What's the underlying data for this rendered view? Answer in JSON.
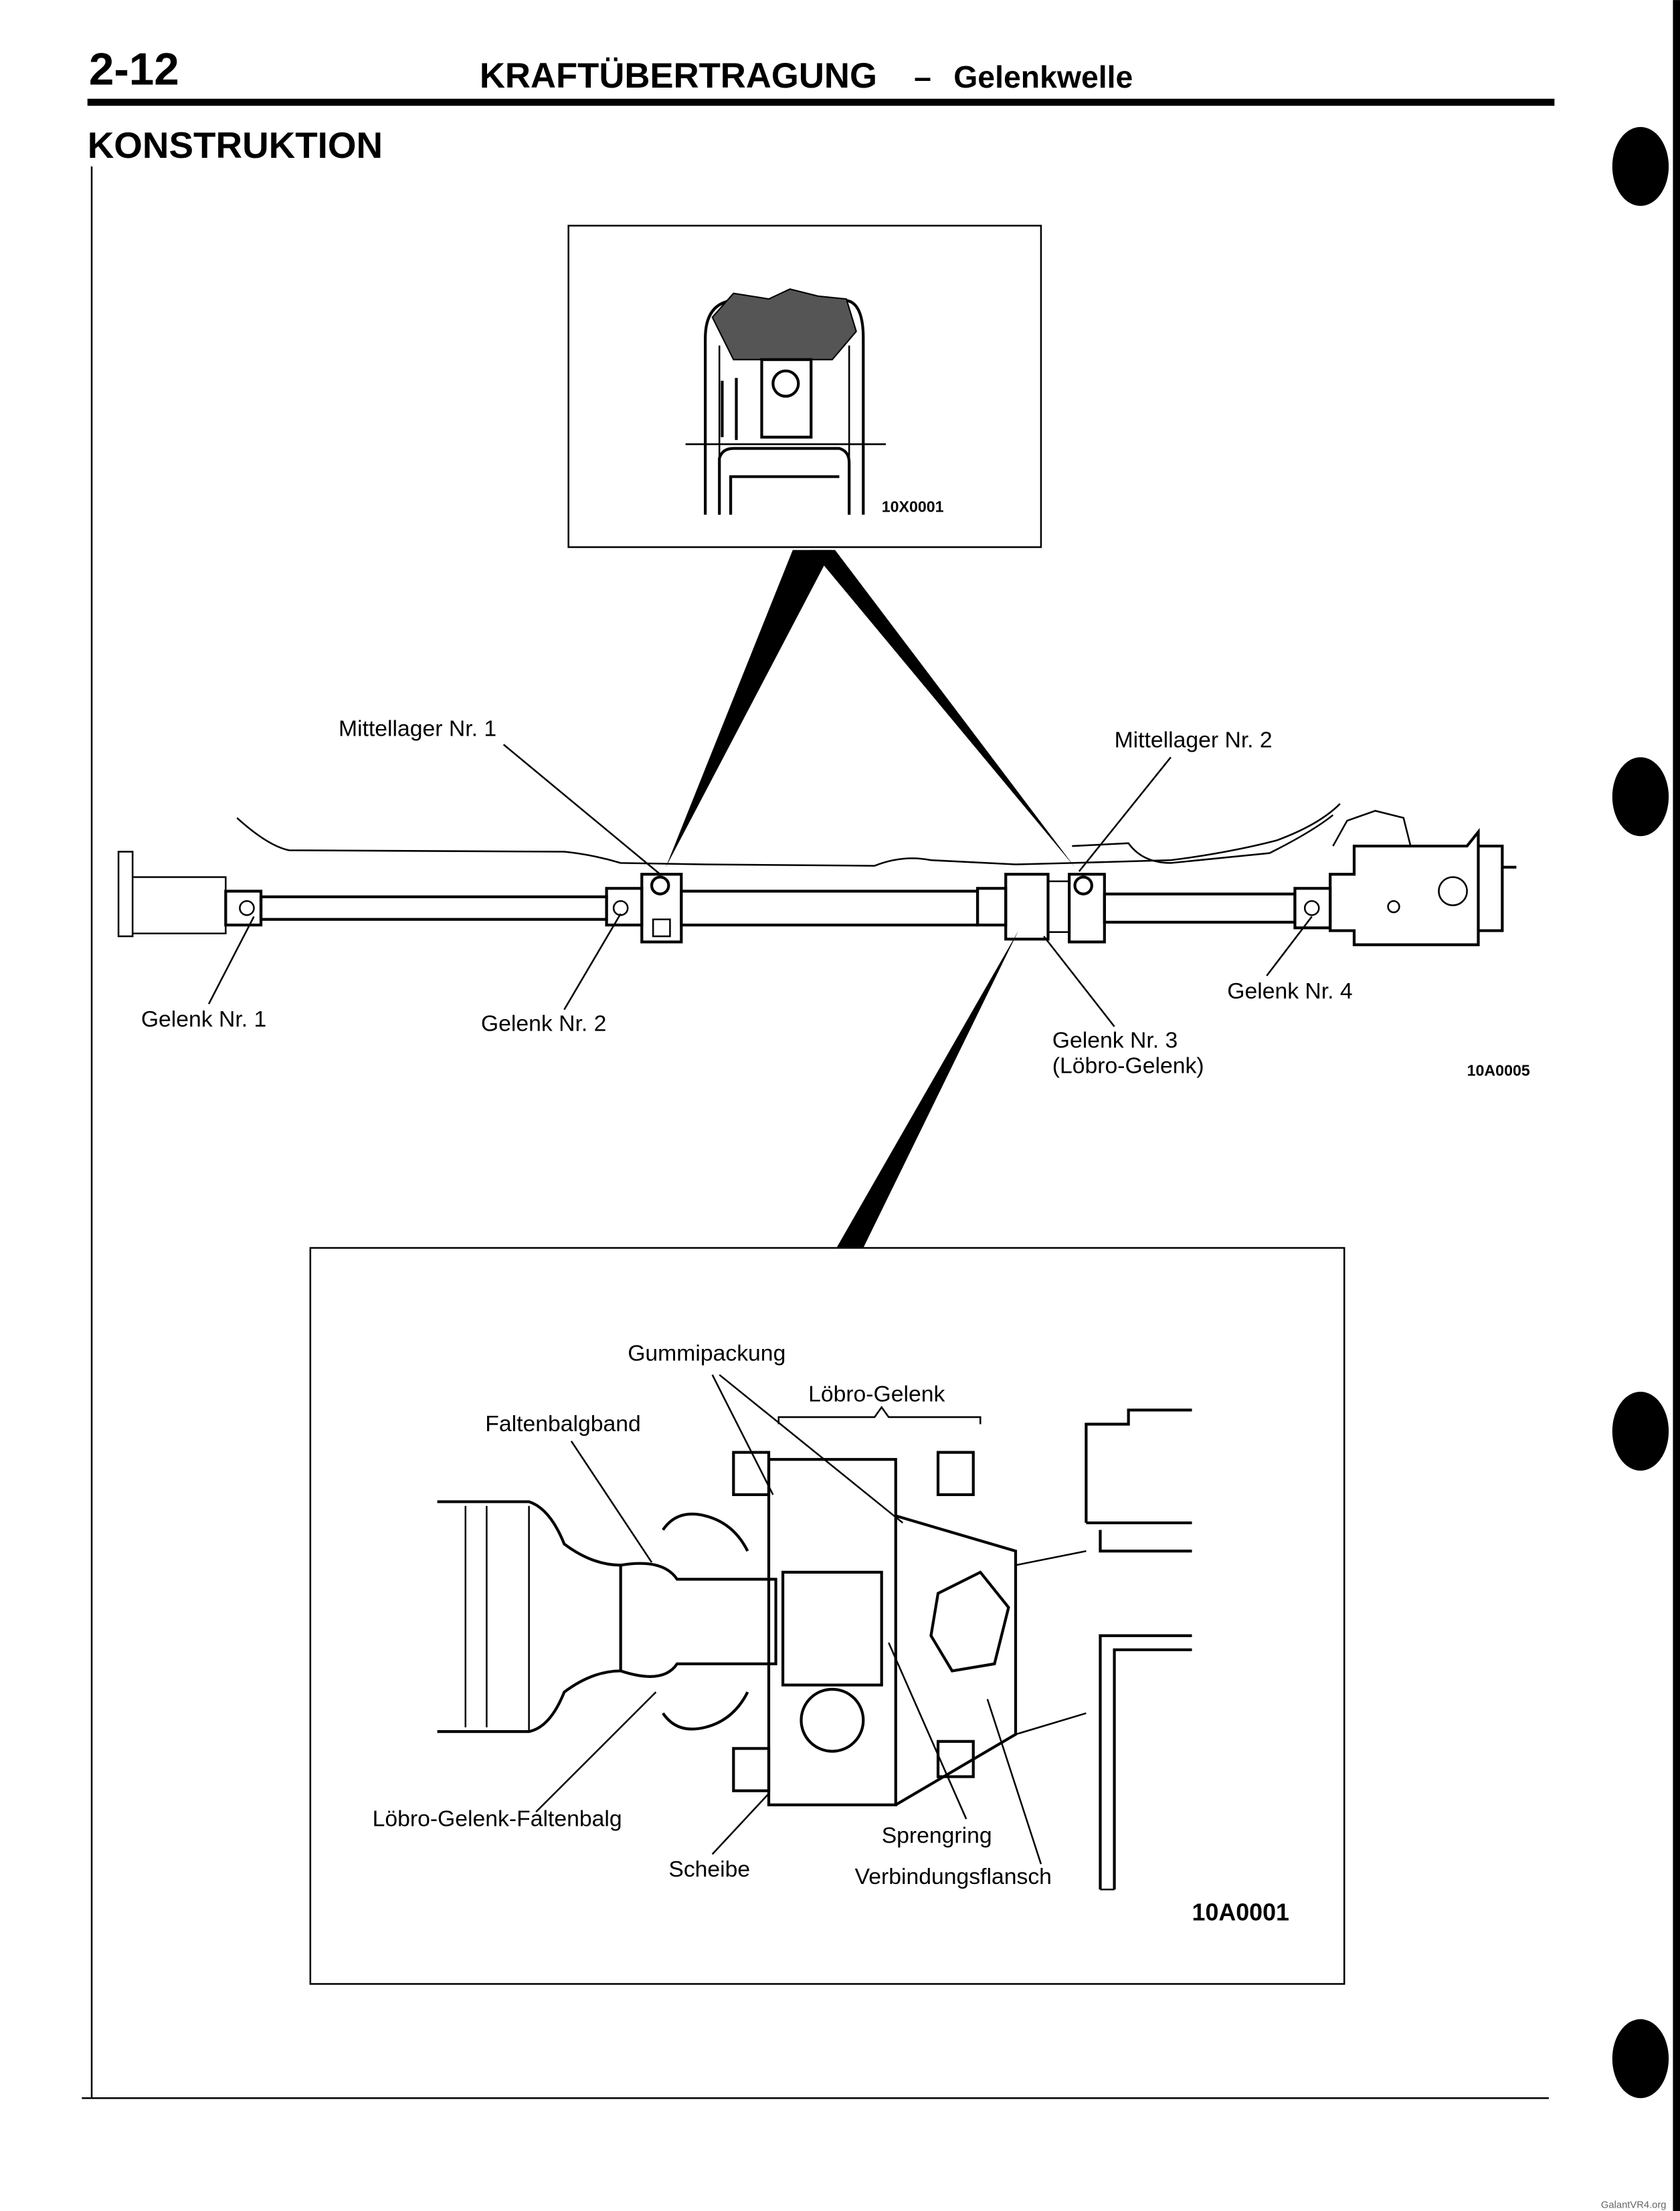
{
  "header": {
    "page_number": "2-12",
    "chapter": "KRAFTÜBERTRAGUNG",
    "separator": "–",
    "subchapter": "Gelenkwelle"
  },
  "section_title": "KONSTRUKTION",
  "figures": {
    "detail_top": {
      "code": "10X0001"
    },
    "overview": {
      "code": "10A0005",
      "labels": {
        "mittellager_1": "Mittellager Nr. 1",
        "mittellager_2": "Mittellager Nr. 2",
        "gelenk_1": "Gelenk Nr. 1",
        "gelenk_2": "Gelenk Nr. 2",
        "gelenk_3": "Gelenk Nr. 3",
        "gelenk_3_sub": "(Löbro-Gelenk)",
        "gelenk_4": "Gelenk Nr. 4"
      }
    },
    "detail_bottom": {
      "code": "10A0001",
      "labels": {
        "gummipackung": "Gummipackung",
        "loebro_gelenk": "Löbro-Gelenk",
        "faltenbalgband": "Faltenbalgband",
        "faltenbalg": "Löbro-Gelenk-Faltenbalg",
        "scheibe": "Scheibe",
        "sprengring": "Sprengring",
        "verbindungsflansch": "Verbindungsflansch"
      }
    }
  },
  "watermark": "GalantVR4.org"
}
